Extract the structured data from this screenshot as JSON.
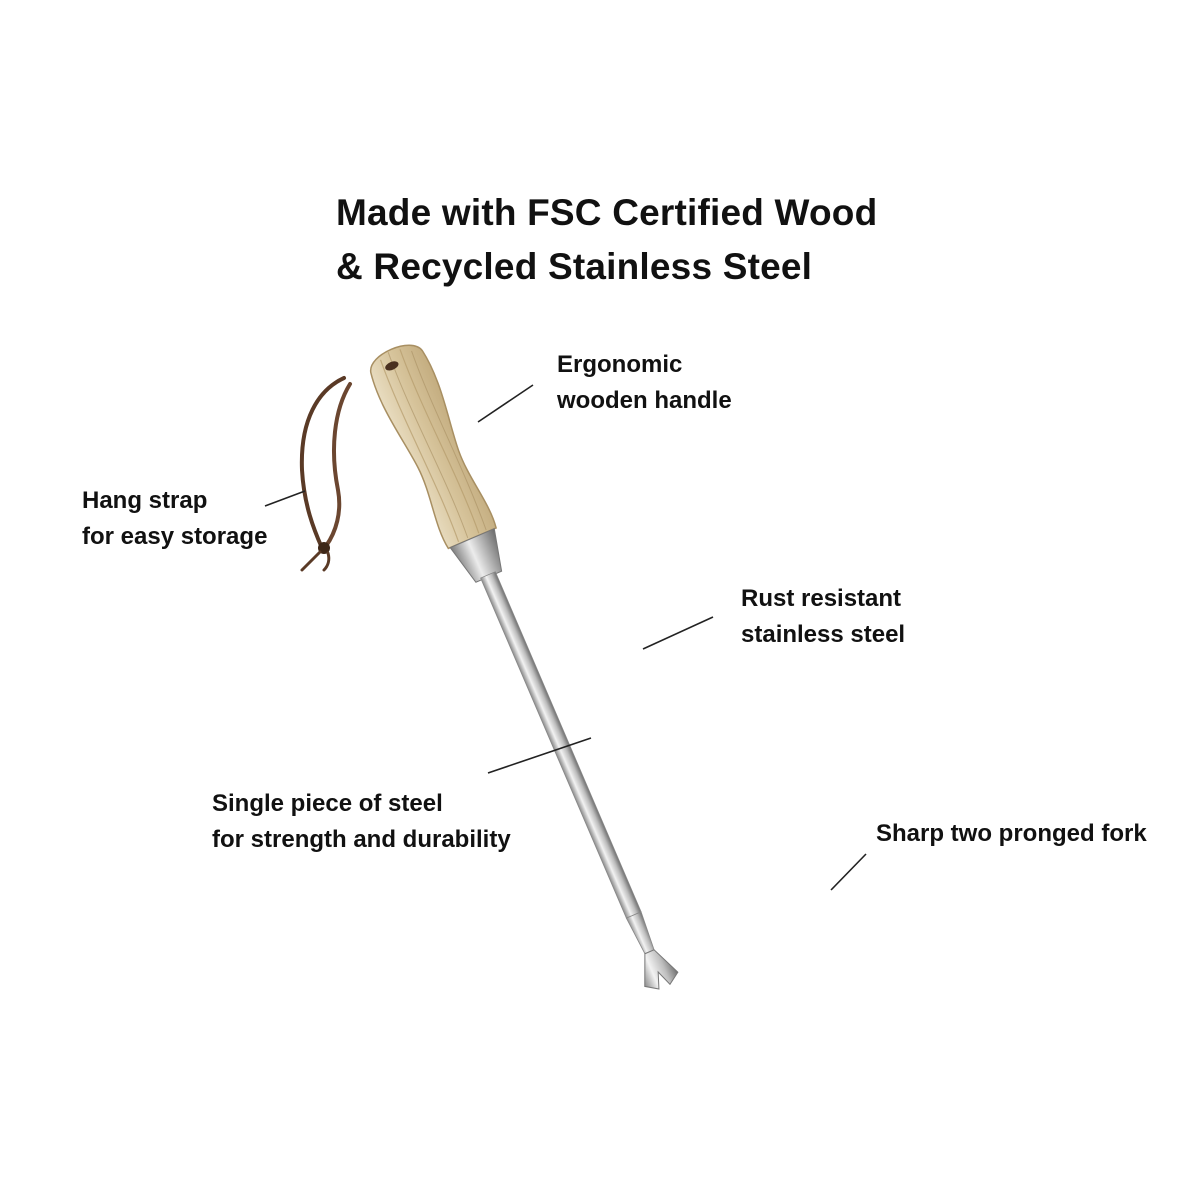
{
  "headline": {
    "line1": "Made with FSC Certified Wood",
    "line2": "& Recycled Stainless Steel"
  },
  "callouts": {
    "handle": {
      "line1": "Ergonomic",
      "line2": "wooden handle"
    },
    "strap": {
      "line1": "Hang strap",
      "line2": "for easy storage"
    },
    "steel": {
      "line1": "Rust resistant",
      "line2": "stainless steel"
    },
    "single_piece": {
      "line1": "Single piece of steel",
      "line2": "for strength and durability"
    },
    "fork": {
      "line1": "Sharp two pronged fork"
    }
  },
  "colors": {
    "background": "#ffffff",
    "text": "#111111",
    "leader_line": "#222222",
    "wood": "#d9c8a2",
    "wood_grain": "#a88f62",
    "steel": "#c9c9c9",
    "leather": "#5a3a26"
  },
  "icons": {
    "product": "two-pronged-hand-weeder-tool"
  }
}
